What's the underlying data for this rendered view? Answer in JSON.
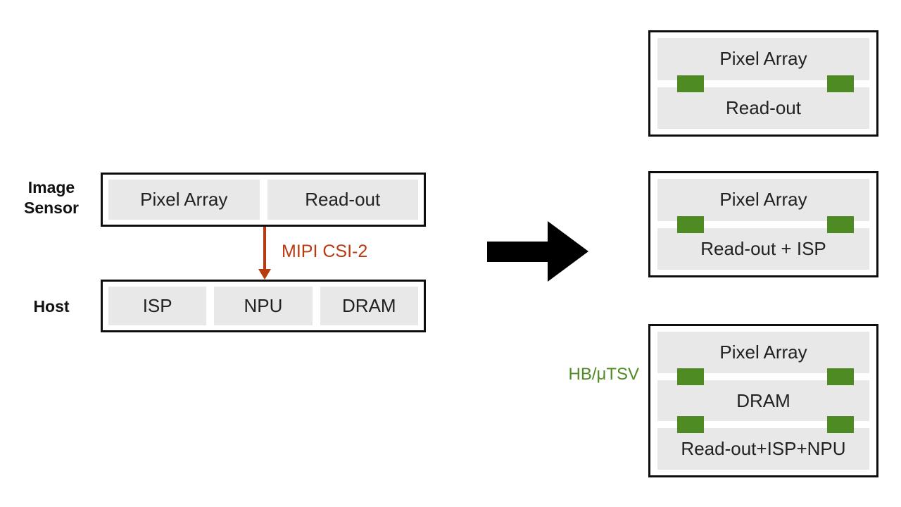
{
  "left_panel": {
    "image_sensor_label": "Image\nSensor",
    "host_label": "Host",
    "interface_label": "MIPI CSI-2",
    "image_sensor_chip": {
      "blocks": [
        "Pixel Array",
        "Read-out"
      ]
    },
    "host_chip": {
      "blocks": [
        "ISP",
        "NPU",
        "DRAM"
      ]
    }
  },
  "right_panel": {
    "bond_label": "HB/μTSV",
    "stacks": [
      {
        "layers": [
          "Pixel Array",
          "Read-out"
        ]
      },
      {
        "layers": [
          "Pixel Array",
          "Read-out + ISP"
        ]
      },
      {
        "layers": [
          "Pixel Array",
          "DRAM",
          "Read-out+ISP+NPU"
        ]
      }
    ]
  },
  "colors": {
    "bond_pad_green": "#4e8c23",
    "interface_red": "#b83a10",
    "block_gray": "#e8e8e8",
    "arrow_black": "#000000",
    "border_black": "#0e0e0e"
  }
}
